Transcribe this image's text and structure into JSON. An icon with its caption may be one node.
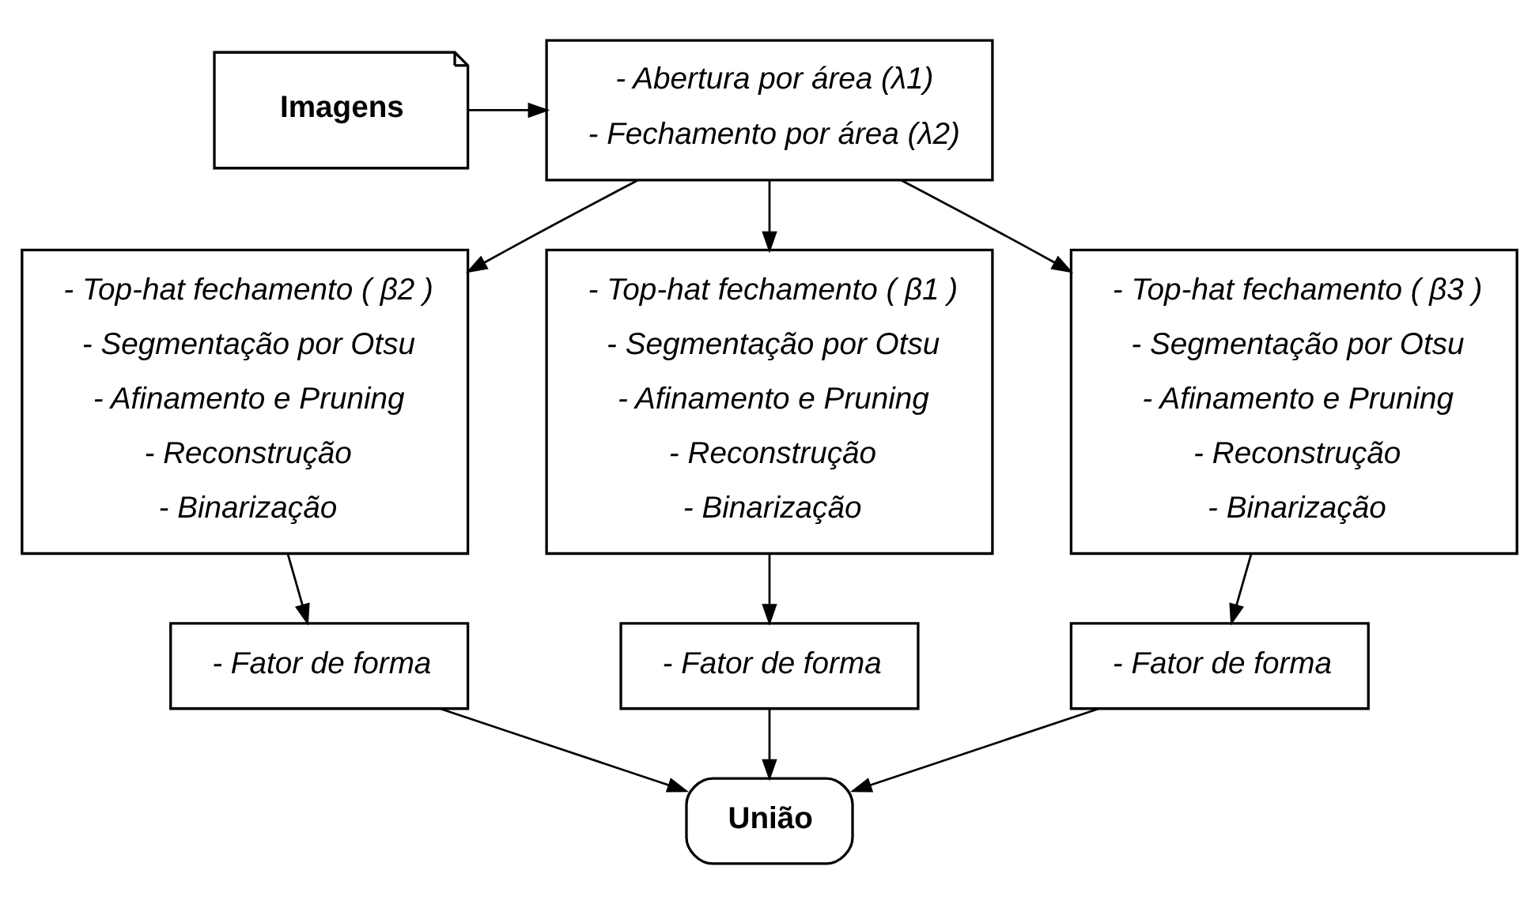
{
  "diagram": {
    "nodes": [
      {
        "text": [
          "Imagens"
        ]
      },
      {
        "text": [
          "- Abertura por área (λ1)",
          "- Fechamento por área (λ2)"
        ]
      },
      {
        "text": [
          "- Top-hat fechamento ( β2 )",
          "- Segmentação por Otsu",
          "- Afinamento e Pruning",
          "- Reconstrução",
          "- Binarização"
        ]
      },
      {
        "text": [
          "- Top-hat fechamento ( β1 )",
          "- Segmentação por Otsu",
          "- Afinamento e Pruning",
          "- Reconstrução",
          "- Binarização"
        ]
      },
      {
        "text": [
          "- Top-hat fechamento ( β3 )",
          "- Segmentação por Otsu",
          "- Afinamento e Pruning",
          "- Reconstrução",
          "- Binarização"
        ]
      },
      {
        "text": [
          "- Fator de forma"
        ]
      },
      {
        "text": [
          "- Fator de forma"
        ]
      },
      {
        "text": [
          "- Fator de forma"
        ]
      },
      {
        "text": [
          "União"
        ]
      }
    ],
    "edges": [
      {
        "from": 0,
        "to": 1,
        "arrow": "to"
      },
      {
        "from": 1,
        "to": 2,
        "arrow": "to"
      },
      {
        "from": 1,
        "to": 3,
        "arrow": "to"
      },
      {
        "from": 1,
        "to": 4,
        "arrow": "to"
      },
      {
        "from": 2,
        "to": 5,
        "arrow": "to"
      },
      {
        "from": 3,
        "to": 6,
        "arrow": "to"
      },
      {
        "from": 4,
        "to": 7,
        "arrow": "to"
      },
      {
        "from": 5,
        "to": 8,
        "arrow": "to"
      },
      {
        "from": 6,
        "to": 8,
        "arrow": "to"
      },
      {
        "from": 7,
        "to": 8,
        "arrow": "to"
      }
    ]
  }
}
